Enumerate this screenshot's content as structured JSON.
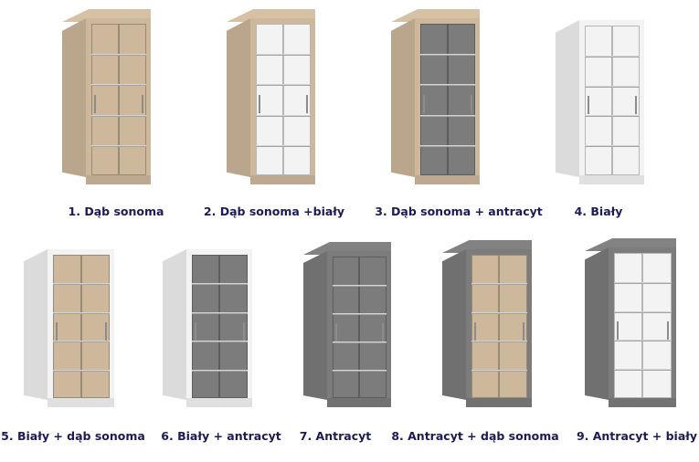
{
  "colors": {
    "sonoma": "#cdb89c",
    "bialy": "#f3f3f3",
    "antracyt": "#7c7c7c",
    "label": "#1b1b5a"
  },
  "variants": [
    {
      "label": "1. Dąb sonoma",
      "body": "sonoma",
      "doors": "sonoma"
    },
    {
      "label": "2. Dąb sonoma +biały",
      "body": "sonoma",
      "doors": "bialy"
    },
    {
      "label": "3. Dąb sonoma + antracyt",
      "body": "sonoma",
      "doors": "antracyt"
    },
    {
      "label": "4. Biały",
      "body": "bialy",
      "doors": "bialy"
    },
    {
      "label": "5. Biały + dąb sonoma",
      "body": "bialy",
      "doors": "sonoma"
    },
    {
      "label": "6. Biały + antracyt",
      "body": "bialy",
      "doors": "antracyt"
    },
    {
      "label": "7. Antracyt",
      "body": "antracyt",
      "doors": "antracyt"
    },
    {
      "label": "8. Antracyt + dąb sonoma",
      "body": "antracyt",
      "doors": "sonoma"
    },
    {
      "label": "9. Antracyt + biały",
      "body": "antracyt",
      "doors": "bialy"
    }
  ]
}
